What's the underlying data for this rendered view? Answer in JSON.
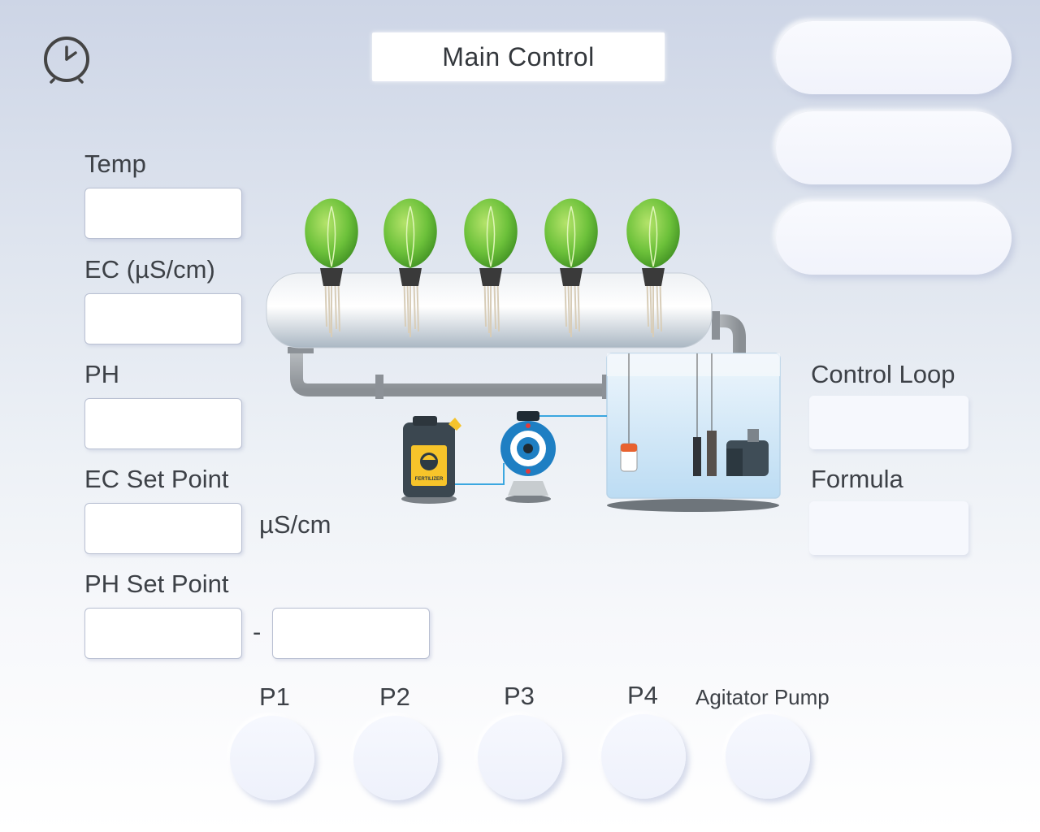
{
  "header": {
    "title": "Main Control"
  },
  "sensors": {
    "temp_label": "Temp",
    "temp_value": "",
    "ec_label": "EC (µS/cm)",
    "ec_value": "",
    "ph_label": "PH",
    "ph_value": ""
  },
  "setpoints": {
    "ec_label": "EC Set Point",
    "ec_value": "",
    "ec_unit": "µS/cm",
    "ph_label": "PH Set Point",
    "ph_low": "",
    "ph_separator": "-",
    "ph_high": ""
  },
  "right_panel": {
    "control_loop_label": "Control Loop",
    "control_loop_value": "",
    "formula_label": "Formula",
    "formula_value": ""
  },
  "top_buttons": [
    "",
    "",
    ""
  ],
  "pumps": [
    {
      "label": "P1"
    },
    {
      "label": "P2"
    },
    {
      "label": "P3"
    },
    {
      "label": "P4"
    },
    {
      "label": "Agitator Pump"
    }
  ],
  "illustration": {
    "fertilizer_label": "FERTILIZER",
    "icon": "hydroponic-system-illustration",
    "colors": {
      "leaf": "#6cc13a",
      "pipe": "#9ea3a7",
      "water": "#cfe6f7",
      "pump_blue": "#1e7fc3",
      "jug": "#3b4750"
    }
  },
  "icons": {
    "clock": "clock-icon"
  }
}
